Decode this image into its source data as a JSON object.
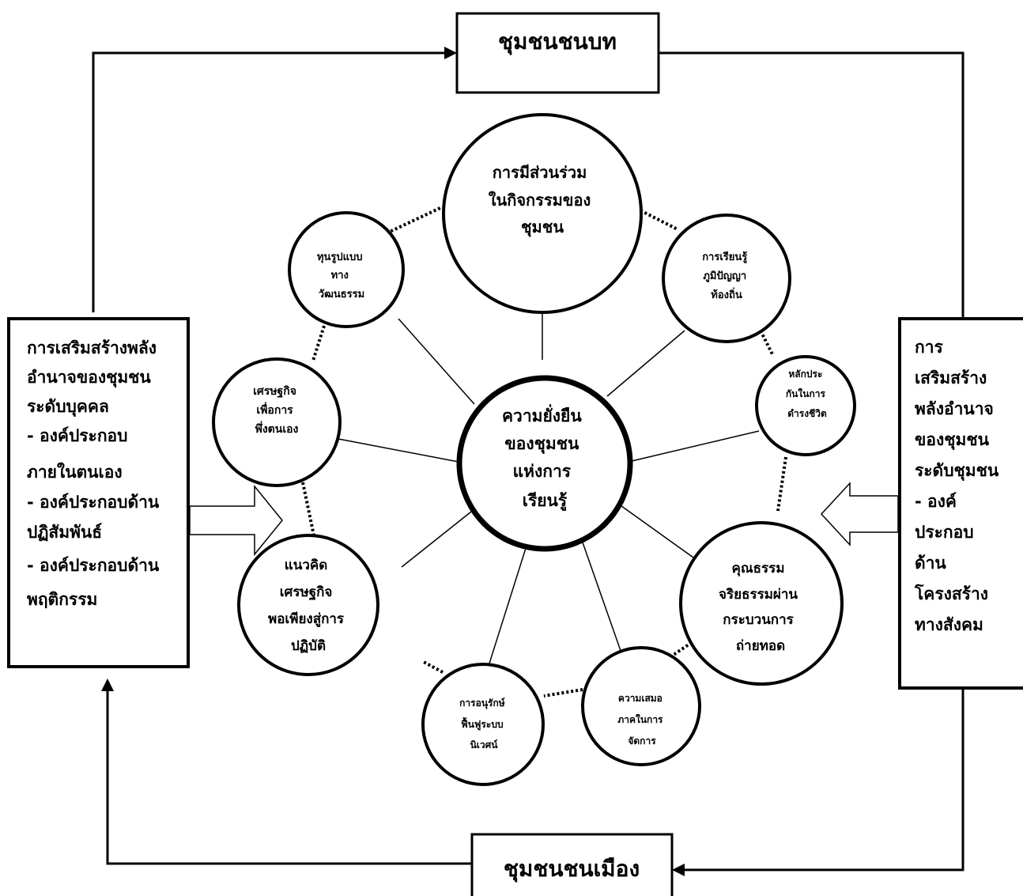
{
  "center": {
    "lines": [
      "ความยั่งยืน",
      "ของชุมชน",
      "แห่งการ",
      "เรียนรู้"
    ]
  },
  "rural_box": {
    "label": "ชุมชนชนบท"
  },
  "urban_box": {
    "label": "ชุมชนชนเมือง"
  },
  "left_box": {
    "lines": [
      "การเสริมสร้างพลัง",
      "อำนาจของชุมชน",
      "ระดับบุคคล",
      "- องค์ประกอบ",
      "ภายในตนเอง",
      "- องค์ประกอบด้าน",
      "ปฏิสัมพันธ์",
      "- องค์ประกอบด้าน",
      "พฤติกรรม"
    ]
  },
  "right_box": {
    "lines": [
      "การ",
      "เสริมสร้าง",
      "พลังอำนาจ",
      "ของชุมชน",
      "ระดับชุมชน",
      "- องค์",
      "ประกอบ",
      "ด้าน",
      "โครงสร้าง",
      "ทางสังคม"
    ]
  },
  "nodes": [
    {
      "id": "participation",
      "lines": [
        "การมีส่วนร่วม",
        "ในกิจกรรมของ",
        "ชุมชน"
      ]
    },
    {
      "id": "local-wisdom",
      "lines": [
        "การเรียนรู้",
        "ภูมิปัญญา",
        "ท้องถิ่น"
      ]
    },
    {
      "id": "life-security",
      "lines": [
        "หลักประ",
        "กันในการ",
        "ดำรงชีวิต"
      ]
    },
    {
      "id": "morality",
      "lines": [
        "คุณธรรม",
        "จริยธรรมผ่าน",
        "กระบวนการ",
        "ถ่ายทอด"
      ]
    },
    {
      "id": "equality",
      "lines": [
        "ความเสมอ",
        "ภาคในการ",
        "จัดการ"
      ]
    },
    {
      "id": "conservation",
      "lines": [
        "การอนุรักษ์",
        "ฟื้นฟูระบบ",
        "นิเวศน์"
      ]
    },
    {
      "id": "sufficiency",
      "lines": [
        "แนวคิด",
        "เศรษฐกิจ",
        "พอเพียงสู่การ",
        "ปฏิบัติ"
      ]
    },
    {
      "id": "self-reliance",
      "lines": [
        "เศรษฐกิจ",
        "เพื่อการ",
        "พึ่งตนเอง"
      ]
    },
    {
      "id": "cultural-capital",
      "lines": [
        "ทุนรูปแบบ",
        "ทาง",
        "วัฒนธรรม"
      ]
    }
  ]
}
